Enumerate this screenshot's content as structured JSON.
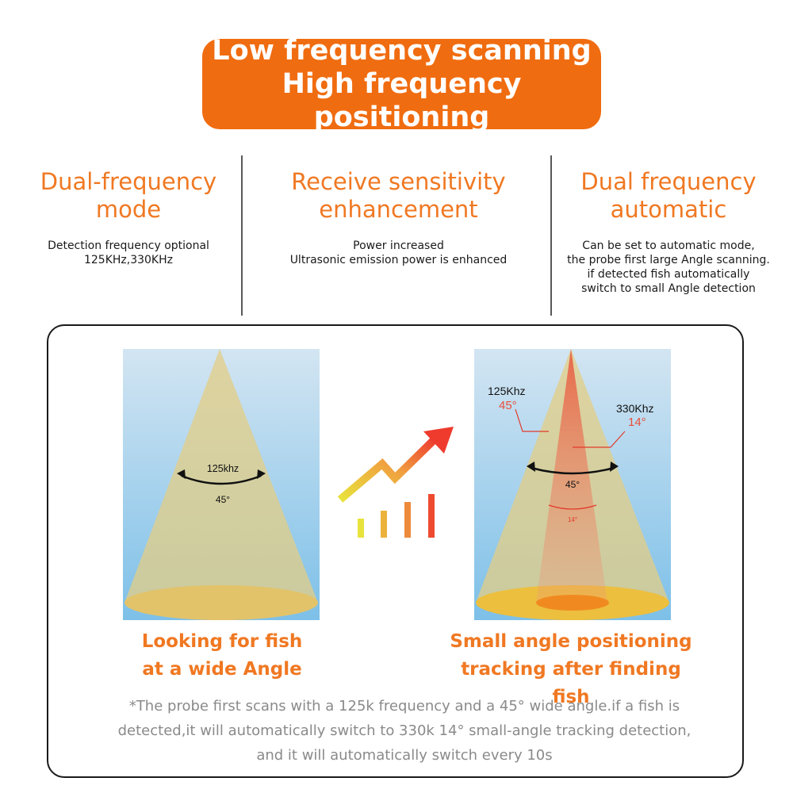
{
  "banner": {
    "line1": "Low frequency scanning",
    "line2": "High frequency positioning"
  },
  "features": [
    {
      "title_line1": "Dual-frequency",
      "title_line2": "mode",
      "desc": [
        "Detection frequency optional",
        "125KHz,330KHz"
      ]
    },
    {
      "title_line1": "Receive sensitivity",
      "title_line2": "enhancement",
      "desc": [
        "Power increased",
        "Ultrasonic emission power is enhanced"
      ]
    },
    {
      "title_line1": "Dual frequency",
      "title_line2": "automatic",
      "desc": [
        "Can be set to automatic mode,",
        "the probe first large Angle scanning.",
        "if detected fish automatically",
        "switch to small Angle detection"
      ]
    }
  ],
  "wide_beam": {
    "freq_label": "125khz",
    "angle_label": "45°"
  },
  "narrow_beam": {
    "freq_low": "125Khz",
    "angle_low": "45°",
    "freq_high": "330Khz",
    "angle_high": "14°",
    "arc_wide_label": "45°",
    "arc_narrow_label": "14°"
  },
  "captions": {
    "left_line1": "Looking for fish",
    "left_line2": "at a wide Angle",
    "right_line1": "Small angle positioning",
    "right_line2": "tracking after finding fish"
  },
  "note": [
    "*The probe first scans with a 125k frequency and a 45° wide angle.if a fish is",
    "detected,it will automatically switch to 330k 14° small-angle tracking detection,",
    "and it will automatically switch every 10s"
  ],
  "colors": {
    "accent": "#f06c10",
    "title_orange": "#f07822",
    "water_top": "#cfe3f1",
    "water_bottom": "#7fc1e8",
    "beam_wide": "#e3cd86",
    "beam_narrow": "#ec6a4c",
    "note_gray": "#8a8a8a"
  }
}
